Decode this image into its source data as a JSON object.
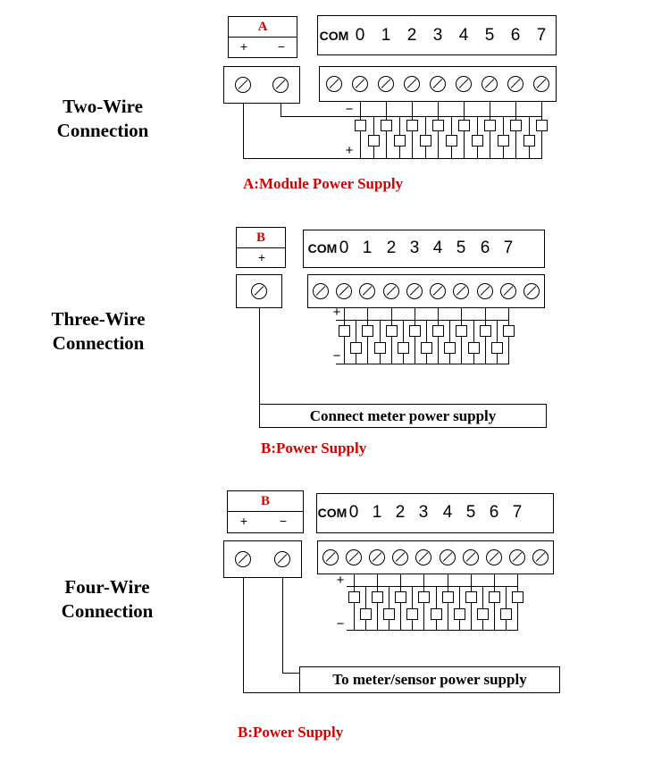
{
  "page": {
    "background": "#ffffff"
  },
  "colors": {
    "red": "#d40000",
    "line": "#000000"
  },
  "sections": [
    {
      "title_line1": "Two-Wire",
      "title_line2": "Connection",
      "psu": {
        "letter": "A",
        "plus": "+",
        "minus": "−"
      },
      "strip": {
        "com": "COM",
        "digits": [
          "0",
          "1",
          "2",
          "3",
          "4",
          "5",
          "6",
          "7"
        ]
      },
      "bus_labels": {
        "top": "−",
        "bottom": "+"
      },
      "caption": "A:Module Power Supply"
    },
    {
      "title_line1": "Three-Wire",
      "title_line2": "Connection",
      "psu": {
        "letter": "B",
        "plus": "+"
      },
      "strip": {
        "com": "COM",
        "digits": [
          "0",
          "1",
          "2",
          "3",
          "4",
          "5",
          "6",
          "7"
        ]
      },
      "bus_labels": {
        "top": "+",
        "bottom": "−"
      },
      "note_box": "Connect meter power supply",
      "caption": "B:Power Supply"
    },
    {
      "title_line1": "Four-Wire",
      "title_line2": "Connection",
      "psu": {
        "letter": "B",
        "plus": "+",
        "minus": "−"
      },
      "strip": {
        "com": "COM",
        "digits": [
          "0",
          "1",
          "2",
          "3",
          "4",
          "5",
          "6",
          "7"
        ]
      },
      "bus_labels": {
        "top": "+",
        "bottom": "−"
      },
      "note_box": "To meter/sensor power supply",
      "caption": "B:Power Supply"
    }
  ]
}
